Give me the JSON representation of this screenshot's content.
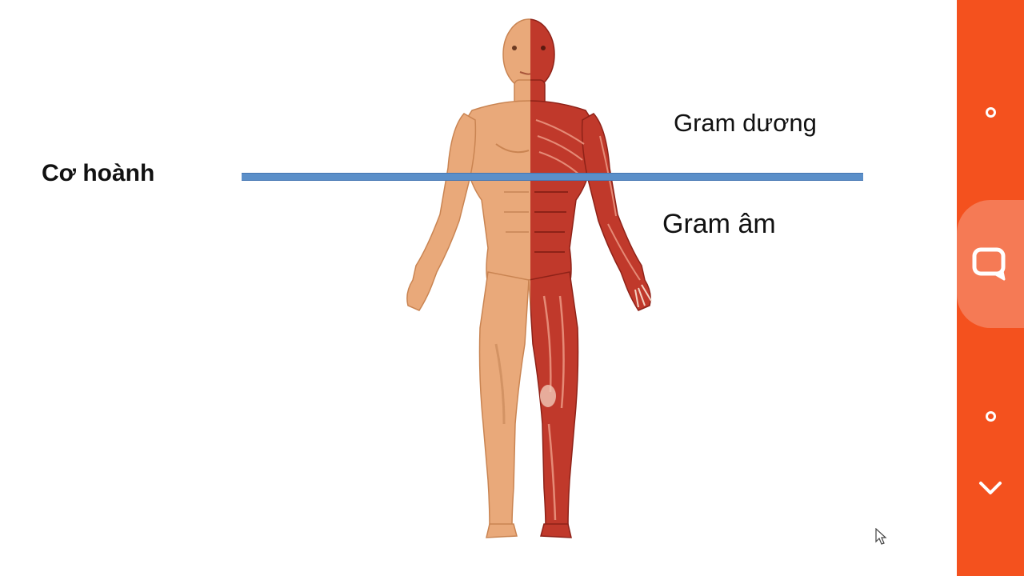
{
  "slide": {
    "left_label": "Cơ hoành",
    "upper_label": "Gram dương",
    "lower_label": "Gram âm",
    "line_color": "#5b8fc9"
  },
  "side_panel": {
    "background": "#f4511e",
    "buttons": [
      {
        "icon": "circle-icon"
      },
      {
        "icon": "chat-bubble-icon"
      },
      {
        "icon": "circle-icon"
      },
      {
        "icon": "chevron-down-icon"
      }
    ]
  }
}
